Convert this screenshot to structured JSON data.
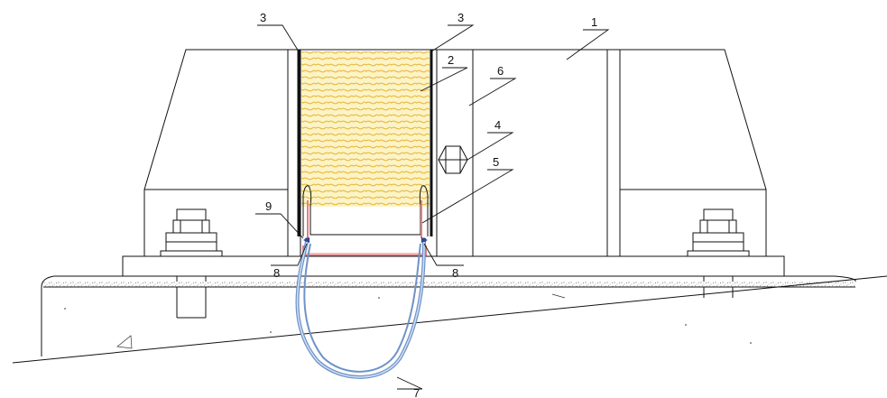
{
  "diagram": {
    "callouts": [
      {
        "id": "c1",
        "label": "1"
      },
      {
        "id": "c2",
        "label": "2"
      },
      {
        "id": "c3a",
        "label": "3"
      },
      {
        "id": "c3b",
        "label": "3"
      },
      {
        "id": "c4",
        "label": "4"
      },
      {
        "id": "c5",
        "label": "5"
      },
      {
        "id": "c6",
        "label": "6"
      },
      {
        "id": "c7",
        "label": "7"
      },
      {
        "id": "c8a",
        "label": "8"
      },
      {
        "id": "c8b",
        "label": "8"
      },
      {
        "id": "c9",
        "label": "9"
      }
    ],
    "colors": {
      "line": "#111111",
      "insulation_fill": "#fcf3c6",
      "insulation_hatch": "#e7b93a",
      "channel": "#e37f7f",
      "cable": "#6f93c8",
      "cable_core": "#cfe0f4",
      "plate_gray": "#d9d9d9",
      "gravel": "#9a9a9a"
    },
    "icons": [
      "bolt-hex-icon",
      "bolt-head-icon",
      "triangle-mark-icon"
    ]
  }
}
